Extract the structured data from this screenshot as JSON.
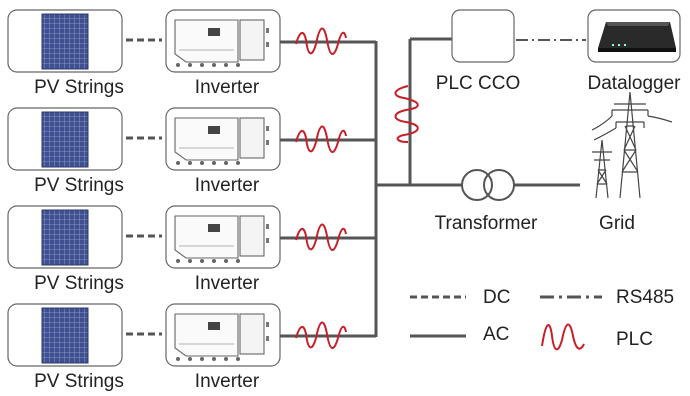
{
  "labels": {
    "pv_strings": "PV Strings",
    "inverter": "Inverter",
    "plc_cco": "PLC CCO",
    "datalogger": "Datalogger",
    "transformer": "Transformer",
    "grid": "Grid"
  },
  "legend": {
    "dc": "DC",
    "ac": "AC",
    "rs485": "RS485",
    "plc": "PLC"
  },
  "colors": {
    "ac_line": "#555555",
    "plc_wave": "#c8202a",
    "outline": "#606060",
    "panel": "#3c4e8a"
  },
  "icons": {
    "solar_panel": "solar-panel-icon",
    "inverter": "inverter-icon",
    "router": "datalogger-router-icon",
    "transformer": "transformer-symbol-icon",
    "pylon": "transmission-tower-icon"
  }
}
